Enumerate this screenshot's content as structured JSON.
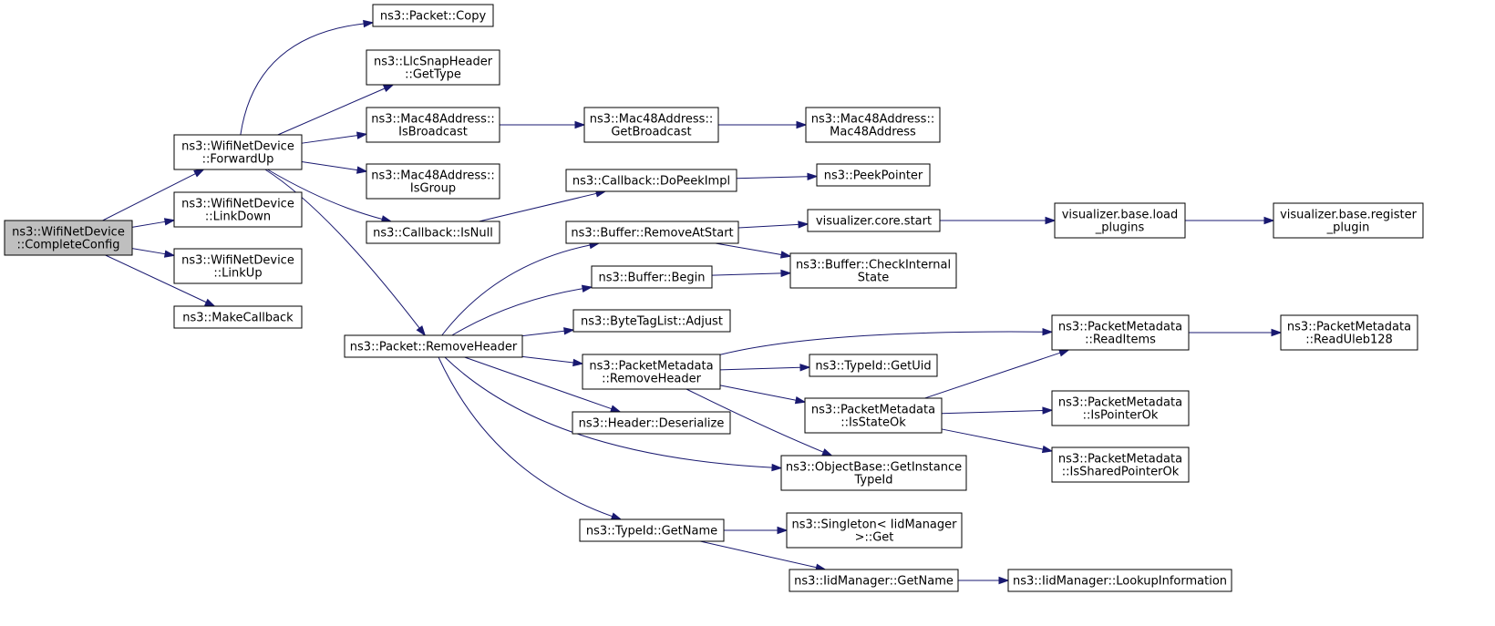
{
  "graph": {
    "nodes": [
      {
        "id": "n_complete",
        "lines": [
          "ns3::WifiNetDevice",
          "::CompleteConfig"
        ],
        "root": true
      },
      {
        "id": "n_forwardup",
        "lines": [
          "ns3::WifiNetDevice",
          "::ForwardUp"
        ]
      },
      {
        "id": "n_linkdown",
        "lines": [
          "ns3::WifiNetDevice",
          "::LinkDown"
        ]
      },
      {
        "id": "n_linkup",
        "lines": [
          "ns3::WifiNetDevice",
          "::LinkUp"
        ]
      },
      {
        "id": "n_makecallback",
        "lines": [
          "ns3::MakeCallback"
        ]
      },
      {
        "id": "n_copy",
        "lines": [
          "ns3::Packet::Copy"
        ]
      },
      {
        "id": "n_llcgettype",
        "lines": [
          "ns3::LlcSnapHeader",
          "::GetType"
        ]
      },
      {
        "id": "n_isbroadcast",
        "lines": [
          "ns3::Mac48Address::",
          "IsBroadcast"
        ]
      },
      {
        "id": "n_isgroup",
        "lines": [
          "ns3::Mac48Address::",
          "IsGroup"
        ]
      },
      {
        "id": "n_isnull",
        "lines": [
          "ns3::Callback::IsNull"
        ]
      },
      {
        "id": "n_removeheader",
        "lines": [
          "ns3::Packet::RemoveHeader"
        ]
      },
      {
        "id": "n_getbroadcast",
        "lines": [
          "ns3::Mac48Address::",
          "GetBroadcast"
        ]
      },
      {
        "id": "n_mac48ctor",
        "lines": [
          "ns3::Mac48Address::",
          "Mac48Address"
        ]
      },
      {
        "id": "n_dopeekimpl",
        "lines": [
          "ns3::Callback::DoPeekImpl"
        ]
      },
      {
        "id": "n_peekpointer",
        "lines": [
          "ns3::PeekPointer"
        ]
      },
      {
        "id": "n_removeatstart",
        "lines": [
          "ns3::Buffer::RemoveAtStart"
        ]
      },
      {
        "id": "n_vizstart",
        "lines": [
          "visualizer.core.start"
        ]
      },
      {
        "id": "n_loadplugins",
        "lines": [
          "visualizer.base.load",
          "_plugins"
        ]
      },
      {
        "id": "n_registerplugin",
        "lines": [
          "visualizer.base.register",
          "_plugin"
        ]
      },
      {
        "id": "n_checkinternal",
        "lines": [
          "ns3::Buffer::CheckInternal",
          "State"
        ]
      },
      {
        "id": "n_begin",
        "lines": [
          "ns3::Buffer::Begin"
        ]
      },
      {
        "id": "n_adjust",
        "lines": [
          "ns3::ByteTagList::Adjust"
        ]
      },
      {
        "id": "n_pmremoveheader",
        "lines": [
          "ns3::PacketMetadata",
          "::RemoveHeader"
        ]
      },
      {
        "id": "n_readitems",
        "lines": [
          "ns3::PacketMetadata",
          "::ReadItems"
        ]
      },
      {
        "id": "n_readuleb",
        "lines": [
          "ns3::PacketMetadata",
          "::ReadUleb128"
        ]
      },
      {
        "id": "n_getuid",
        "lines": [
          "ns3::TypeId::GetUid"
        ]
      },
      {
        "id": "n_isstateok",
        "lines": [
          "ns3::PacketMetadata",
          "::IsStateOk"
        ]
      },
      {
        "id": "n_ispointerok",
        "lines": [
          "ns3::PacketMetadata",
          "::IsPointerOk"
        ]
      },
      {
        "id": "n_issharedpointerok",
        "lines": [
          "ns3::PacketMetadata",
          "::IsSharedPointerOk"
        ]
      },
      {
        "id": "n_deserialize",
        "lines": [
          "ns3::Header::Deserialize"
        ]
      },
      {
        "id": "n_getinstancetypeid",
        "lines": [
          "ns3::ObjectBase::GetInstance",
          "TypeId"
        ]
      },
      {
        "id": "n_typeidgetname",
        "lines": [
          "ns3::TypeId::GetName"
        ]
      },
      {
        "id": "n_singletonget",
        "lines": [
          "ns3::Singleton< IidManager",
          ">::Get"
        ]
      },
      {
        "id": "n_iidgetname",
        "lines": [
          "ns3::IidManager::GetName"
        ]
      },
      {
        "id": "n_lookupinfo",
        "lines": [
          "ns3::IidManager::LookupInformation"
        ]
      }
    ],
    "edges": [
      [
        "n_complete",
        "n_forwardup"
      ],
      [
        "n_complete",
        "n_linkdown"
      ],
      [
        "n_complete",
        "n_linkup"
      ],
      [
        "n_complete",
        "n_makecallback"
      ],
      [
        "n_forwardup",
        "n_copy"
      ],
      [
        "n_forwardup",
        "n_llcgettype"
      ],
      [
        "n_forwardup",
        "n_isbroadcast"
      ],
      [
        "n_forwardup",
        "n_isgroup"
      ],
      [
        "n_forwardup",
        "n_isnull"
      ],
      [
        "n_forwardup",
        "n_removeheader"
      ],
      [
        "n_isbroadcast",
        "n_getbroadcast"
      ],
      [
        "n_getbroadcast",
        "n_mac48ctor"
      ],
      [
        "n_isnull",
        "n_dopeekimpl"
      ],
      [
        "n_dopeekimpl",
        "n_peekpointer"
      ],
      [
        "n_removeheader",
        "n_removeatstart"
      ],
      [
        "n_removeheader",
        "n_begin"
      ],
      [
        "n_removeheader",
        "n_adjust"
      ],
      [
        "n_removeheader",
        "n_pmremoveheader"
      ],
      [
        "n_removeheader",
        "n_deserialize"
      ],
      [
        "n_removeheader",
        "n_getinstancetypeid"
      ],
      [
        "n_removeheader",
        "n_typeidgetname"
      ],
      [
        "n_removeatstart",
        "n_vizstart"
      ],
      [
        "n_removeatstart",
        "n_checkinternal"
      ],
      [
        "n_vizstart",
        "n_loadplugins"
      ],
      [
        "n_loadplugins",
        "n_registerplugin"
      ],
      [
        "n_begin",
        "n_checkinternal"
      ],
      [
        "n_pmremoveheader",
        "n_readitems"
      ],
      [
        "n_pmremoveheader",
        "n_getuid"
      ],
      [
        "n_pmremoveheader",
        "n_isstateok"
      ],
      [
        "n_pmremoveheader",
        "n_getinstancetypeid"
      ],
      [
        "n_readitems",
        "n_readuleb"
      ],
      [
        "n_isstateok",
        "n_readitems"
      ],
      [
        "n_isstateok",
        "n_ispointerok"
      ],
      [
        "n_isstateok",
        "n_issharedpointerok"
      ],
      [
        "n_typeidgetname",
        "n_singletonget"
      ],
      [
        "n_typeidgetname",
        "n_iidgetname"
      ],
      [
        "n_iidgetname",
        "n_lookupinfo"
      ]
    ]
  }
}
